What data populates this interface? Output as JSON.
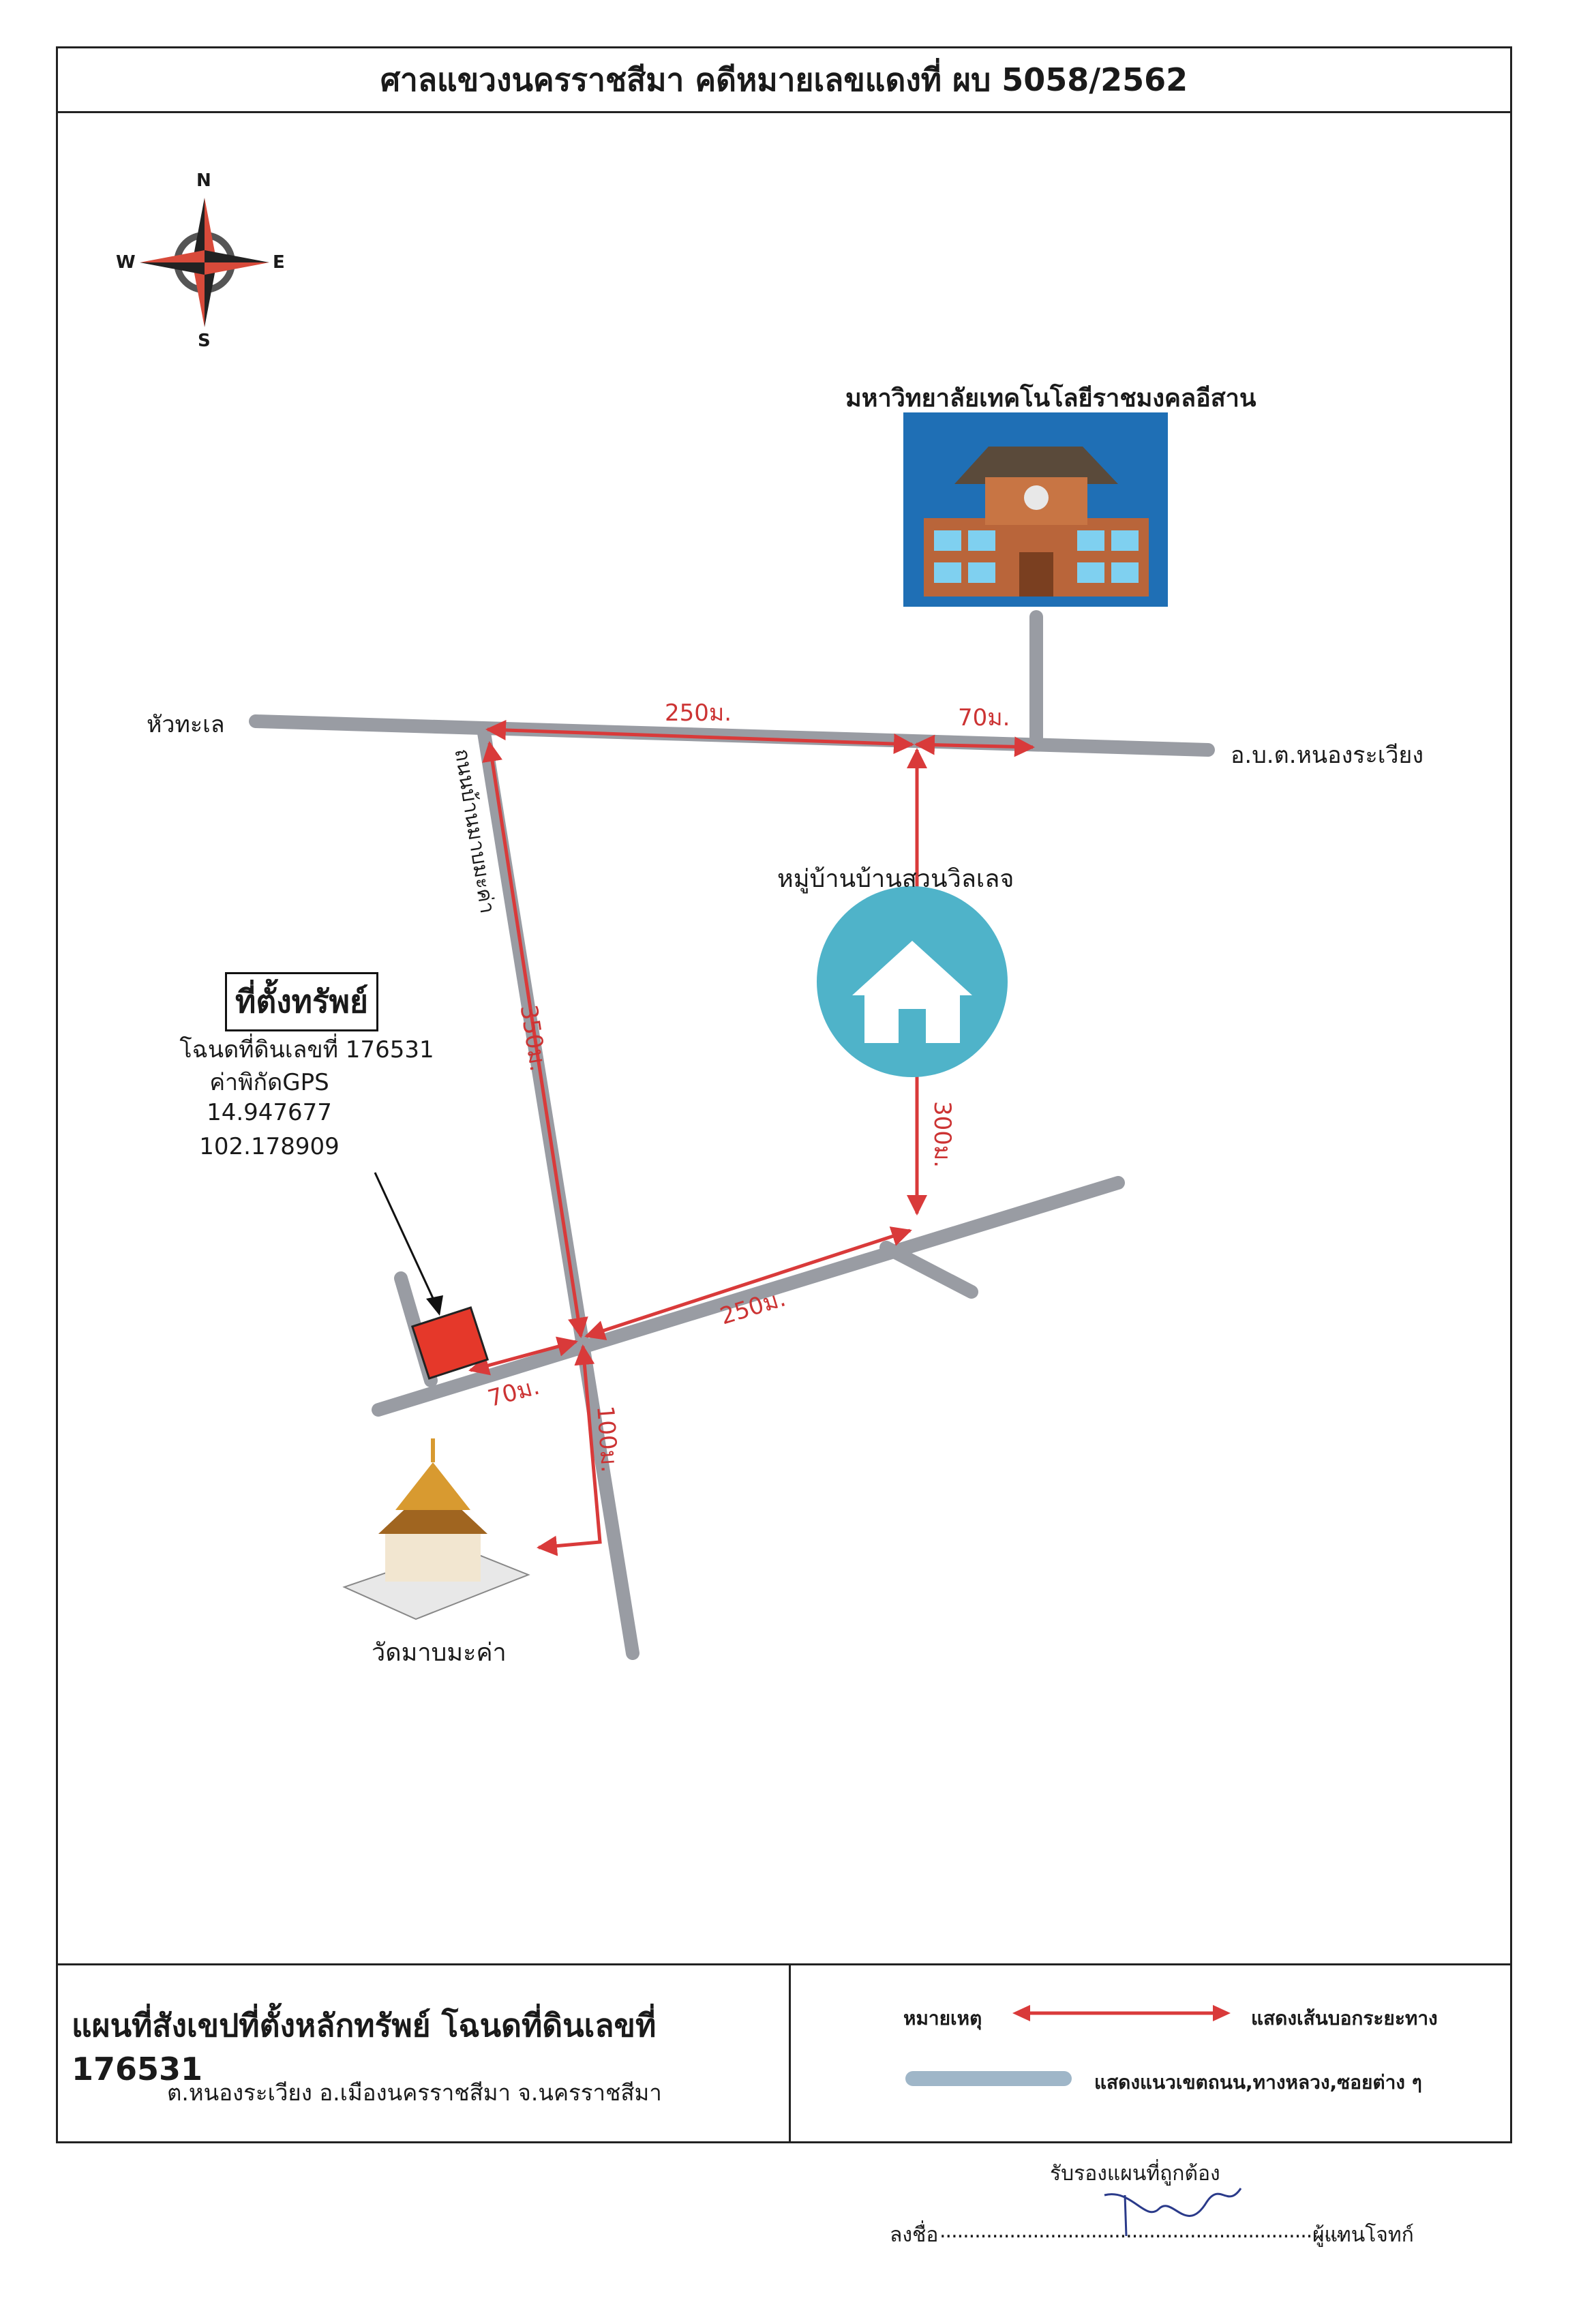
{
  "header": {
    "title": "ศาลแขวงนครราชสีมา คดีหมายเลขแดงที่ ผบ 5058/2562"
  },
  "compass": {
    "n": "N",
    "s": "S",
    "e": "E",
    "w": "W"
  },
  "landmarks": {
    "university": "มหาวิทยาลัยเทคโนโลยีราชมงคลอีสาน",
    "village": "หมู่บ้านบ้านสวนวิลเลจ",
    "temple": "วัดมาบมะค่า",
    "hua_thale": "หัวทะเล",
    "sao": "อ.บ.ต.หนองระเวียง",
    "road_name": "ถนนบ้านมาบมะค่า"
  },
  "distances": {
    "top_left": "250ม.",
    "top_right": "70ม.",
    "left_vertical": "350ม.",
    "right_vertical": "300ม.",
    "diagonal": "250ม.",
    "short_left": "70ม.",
    "bottom": "100ม."
  },
  "property": {
    "heading": "ที่ตั้งทรัพย์",
    "deed": "โฉนดที่ดินเลขที่ 176531",
    "gps_label": "ค่าพิกัดGPS",
    "lat": "14.947677",
    "lon": "102.178909"
  },
  "footer": {
    "title": "แผนที่สังเขปที่ตั้งหลักทรัพย์ โฉนดที่ดินเลขที่ 176531",
    "subtitle": "ต.หนองระเวียง  อ.เมืองนครราชสีมา  จ.นครราชสีมา",
    "legend_heading": "หมายเหตุ",
    "legend_arrow": "แสดงเส้นบอกระยะทาง",
    "legend_road": "แสดงแนวเขตถนน,ทางหลวง,ซอยต่าง ๆ"
  },
  "signature": {
    "certify": "รับรองแผนที่ถูกต้อง",
    "sign_label": "ลงชื่อ",
    "dots": "......................................................................",
    "role": "ผู้แทนโจทก์"
  },
  "colors": {
    "road": "#999ca3",
    "arrow": "#d93a3a",
    "property": "#e5382a",
    "village_circle": "#4fb3c9",
    "university_bg": "#1f6fb5"
  }
}
